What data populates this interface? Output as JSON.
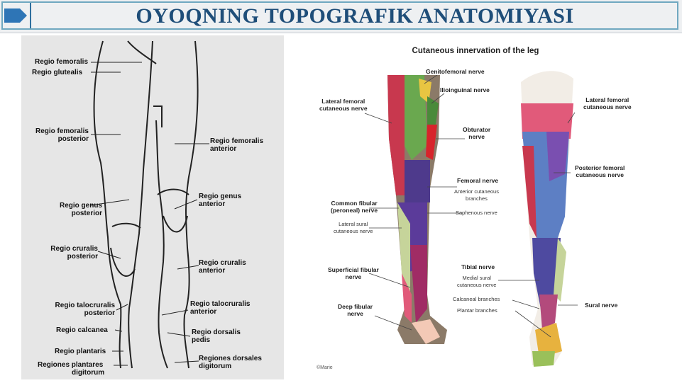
{
  "header": {
    "title": "OYOQNING TOPOGRAFIK ANATOMIYASI",
    "accent_color": "#1f4e79",
    "frame_color": "#6fa8c0",
    "icon": "play-arrow-icon"
  },
  "left_figure": {
    "labels": {
      "femoralis": "Regio femoralis",
      "glutealis": "Regio glutealis",
      "femoralis_posterior_1": "Regio femoralis",
      "femoralis_posterior_2": "posterior",
      "femoralis_anterior_1": "Regio femoralis",
      "femoralis_anterior_2": "anterior",
      "genus_posterior_1": "Regio genus",
      "genus_posterior_2": "posterior",
      "genus_anterior_1": "Regio genus",
      "genus_anterior_2": "anterior",
      "cruralis_posterior_1": "Regio cruralis",
      "cruralis_posterior_2": "posterior",
      "cruralis_anterior_1": "Regio cruralis",
      "cruralis_anterior_2": "anterior",
      "talocruralis_posterior_1": "Regio talocruralis",
      "talocruralis_posterior_2": "posterior",
      "talocruralis_anterior_1": "Regio talocruralis",
      "talocruralis_anterior_2": "anterior",
      "calcanea": "Regio calcanea",
      "dorsalis_pedis_1": "Regio dorsalis",
      "dorsalis_pedis_2": "pedis",
      "plantaris": "Regio plantaris",
      "plantares_digitorum_1": "Regiones plantares",
      "plantares_digitorum_2": "digitorum",
      "dorsales_digitorum_1": "Regiones dorsales",
      "dorsales_digitorum_2": "digitorum"
    }
  },
  "right_figure": {
    "title": "Cutaneous innervation of the leg",
    "labels": {
      "genitofemoral": "Genitofemoral nerve",
      "ilioinguinal": "Ilioinguinal nerve",
      "lat_fem_left_1": "Lateral femoral",
      "lat_fem_left_2": "cutaneous nerve",
      "lat_fem_right_1": "Lateral femoral",
      "lat_fem_right_2": "cutaneous nerve",
      "obturator_1": "Obturator",
      "obturator_2": "nerve",
      "post_fem_1": "Posterior femoral",
      "post_fem_2": "cutaneous nerve",
      "femoral": "Femoral nerve",
      "ant_cut_1": "Anterior cutaneous",
      "ant_cut_2": "branches",
      "saphenous": "Saphenous nerve",
      "common_fib_1": "Common fibular",
      "common_fib_2": "(peroneal) nerve",
      "lat_sural_1": "Lateral sural",
      "lat_sural_2": "cutaneous nerve",
      "sup_fib_1": "Superficial fibular",
      "sup_fib_2": "nerve",
      "tibial": "Tibial nerve",
      "med_sural_1": "Medial sural",
      "med_sural_2": "cutaneous nerve",
      "calcaneal": "Calcaneal branches",
      "plantar": "Plantar branches",
      "sural": "Sural nerve",
      "deep_fib_1": "Deep fibular",
      "deep_fib_2": "nerve",
      "copyright": "©Marie"
    }
  }
}
